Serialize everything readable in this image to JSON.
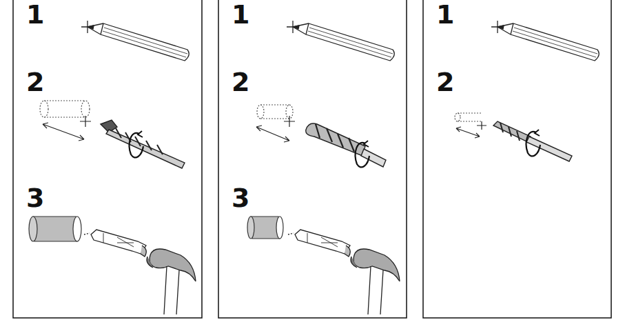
{
  "diagram": {
    "labels": [
      "1",
      "2",
      "3",
      "1",
      "2",
      "3",
      "1",
      "2"
    ]
  }
}
